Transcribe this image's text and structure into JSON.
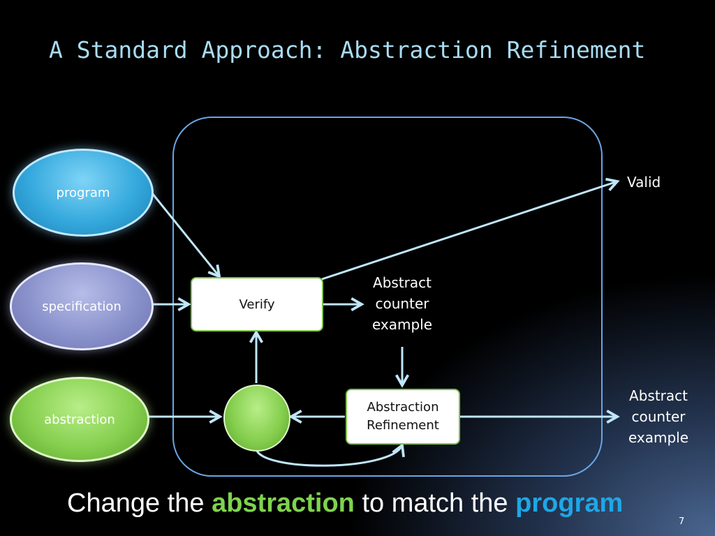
{
  "title": "A Standard Approach: Abstraction Refinement",
  "nodes": {
    "program": "program",
    "specification": "specification",
    "abstraction": "abstraction",
    "verify": "Verify",
    "refinement_line1": "Abstraction",
    "refinement_line2": "Refinement",
    "circle_glyph": "",
    "valid": "Valid",
    "ace1_line1": "Abstract",
    "ace1_line2": "counter",
    "ace1_line3": "example",
    "ace2_line1": "Abstract",
    "ace2_line2": "counter",
    "ace2_line3": "example"
  },
  "footer": {
    "part1": "Change the ",
    "highlight1": "abstraction",
    "part2": " to match the ",
    "highlight2": "program"
  },
  "page_number": "7",
  "colors": {
    "title": "#a9dcf2",
    "arrow": "#bfe6fb",
    "frame": "#6aa6e6",
    "highlight_green": "#7ed34e",
    "highlight_blue": "#1ea7e6"
  }
}
